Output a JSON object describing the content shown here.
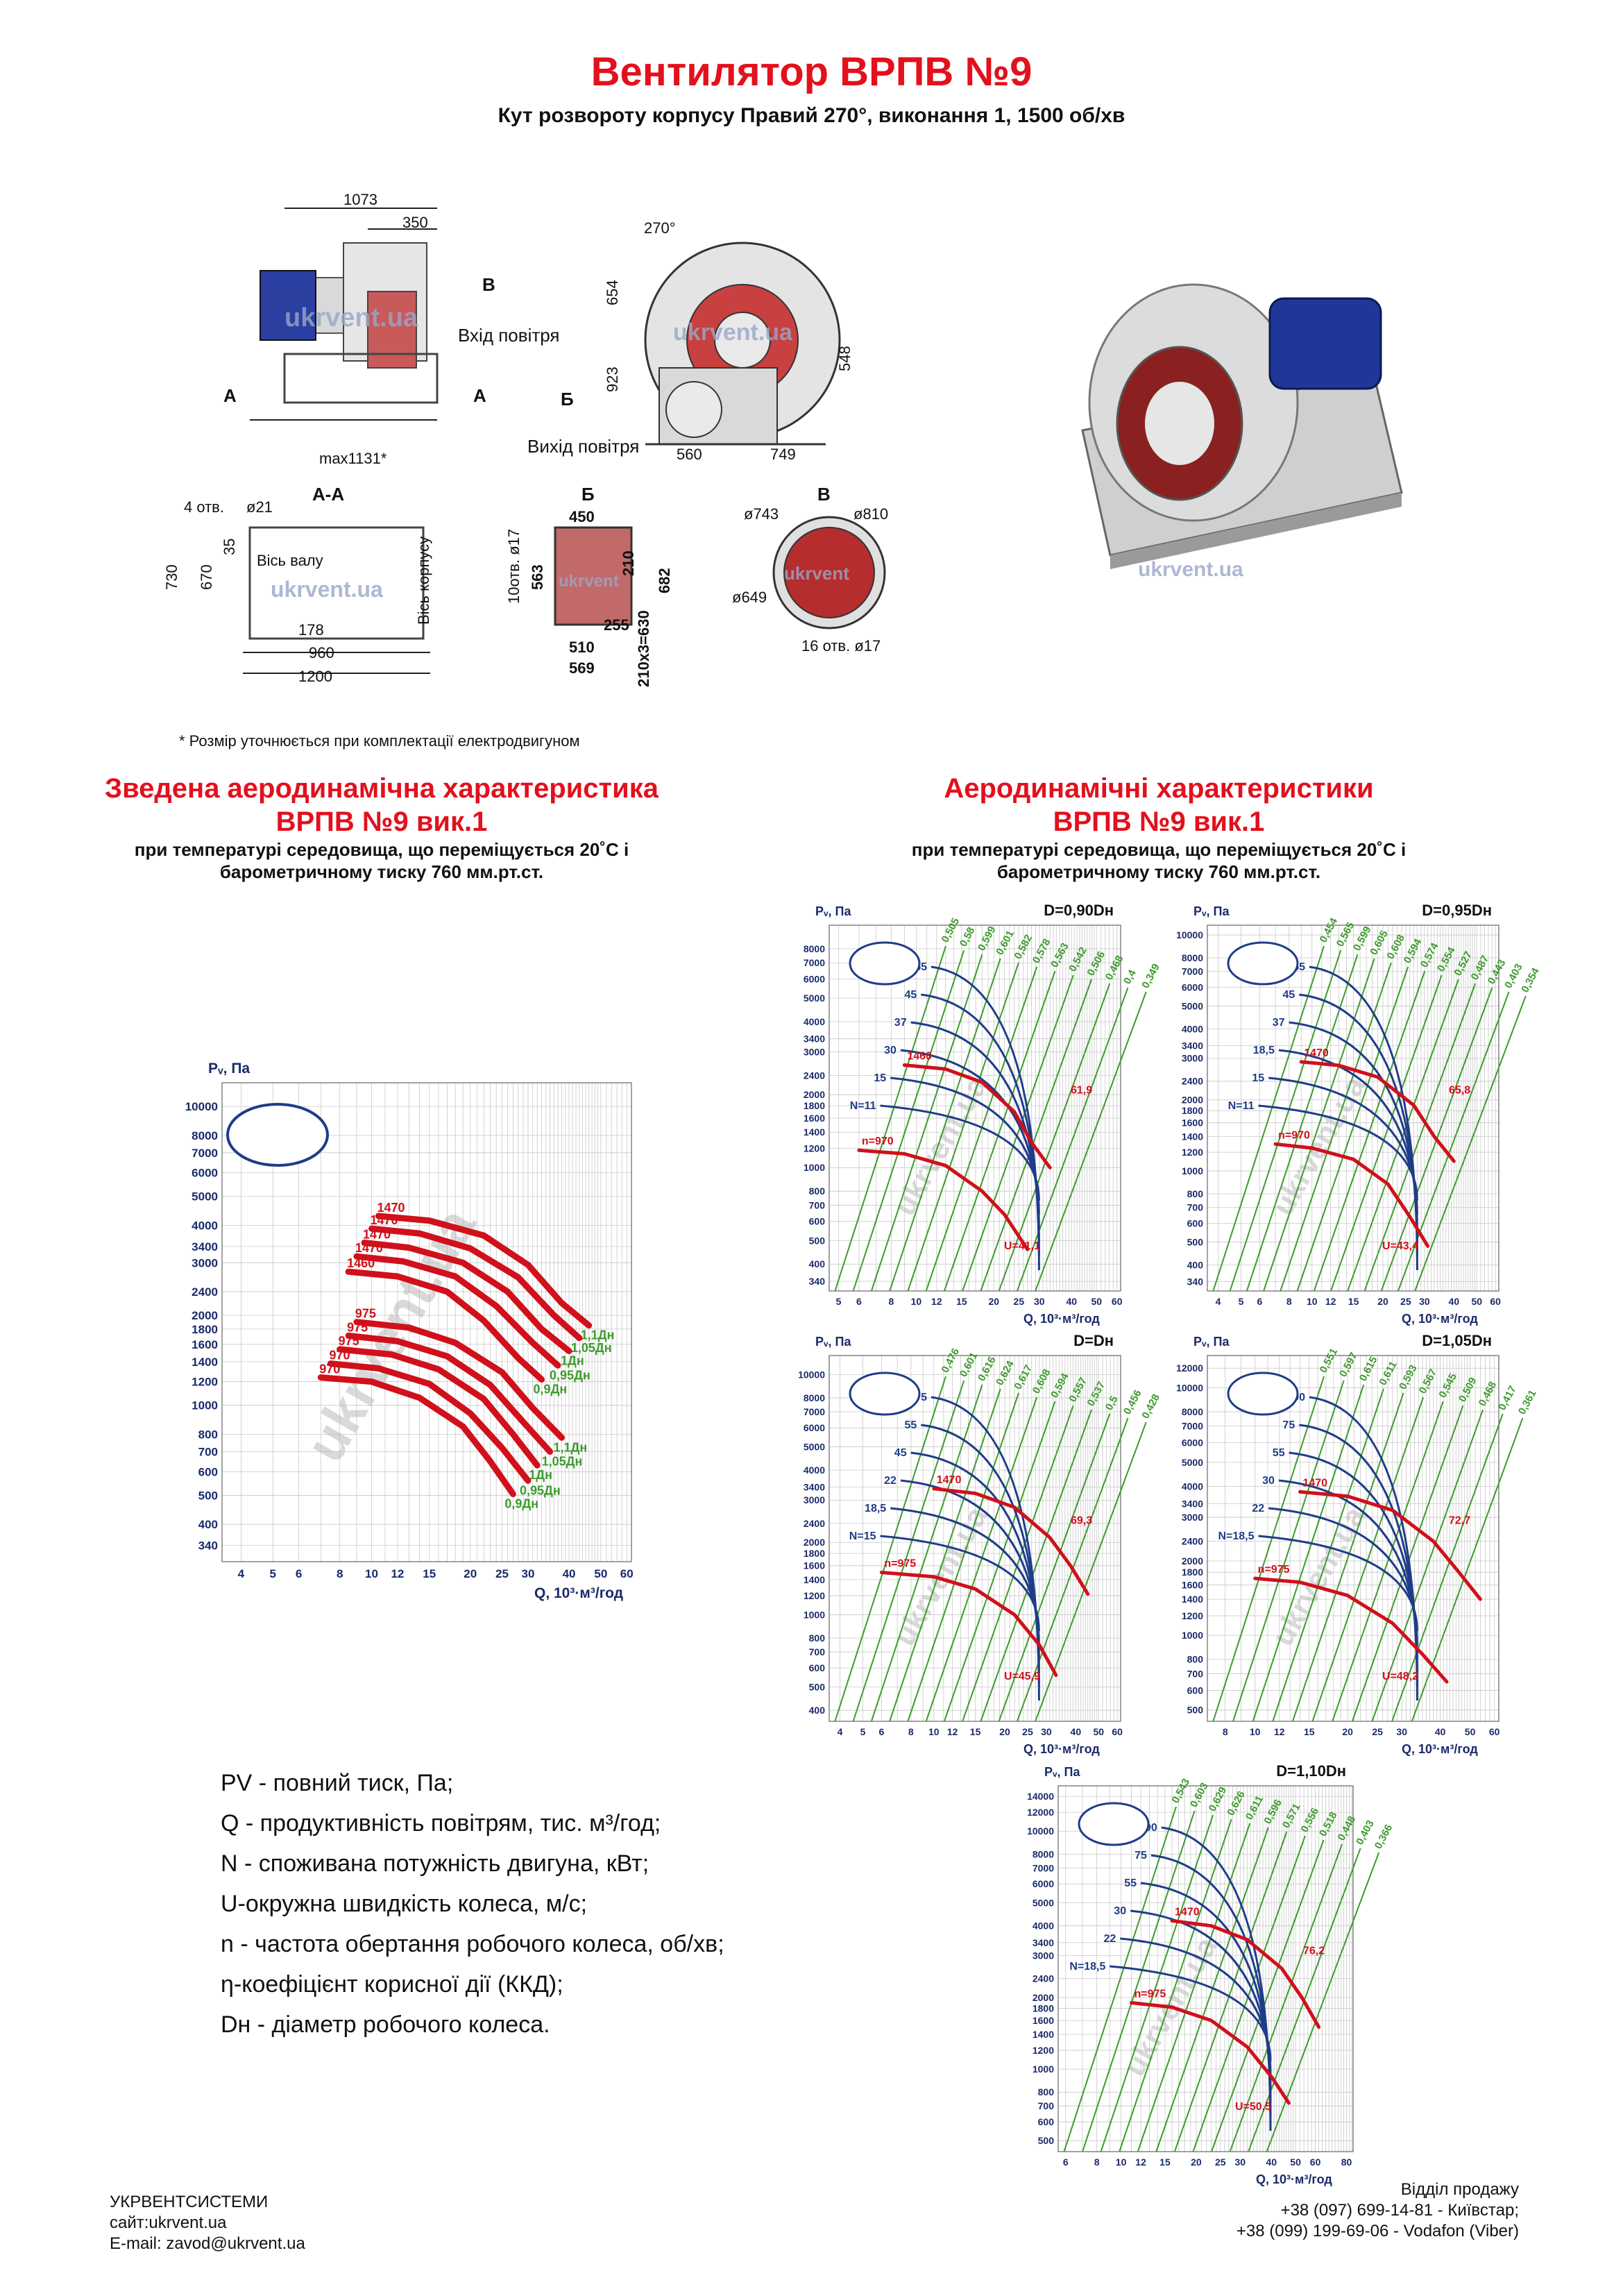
{
  "header": {
    "title": "Вентилятор ВРПВ №9",
    "subtitle": "Кут розвороту корпусу Правий 270°, виконання 1, 1500 об/хв"
  },
  "drawing": {
    "dims": {
      "d1073": "1073",
      "d350": "350",
      "b_label": "В",
      "inlet": "Вхід повітря",
      "a_left": "А",
      "a_right": "А",
      "max1131": "max1131*",
      "deg270": "270°",
      "d654": "654",
      "d923": "923",
      "d548": "548",
      "b_small": "Б",
      "outlet": "Вихід повітря",
      "d560": "560",
      "d749": "749",
      "watermark": "ukrvent.ua"
    },
    "section_aa": {
      "title": "А-А",
      "holes": "4 отв.",
      "d21": "ø21",
      "d730": "730",
      "d670": "670",
      "d35": "35",
      "shaft_axis": "Вісь валу",
      "body_axis": "Вісь корпусу",
      "d178": "178",
      "d960": "960",
      "d1200": "1200"
    },
    "section_b": {
      "title": "Б",
      "d450": "450",
      "holes10": "10отв. ø17",
      "d563": "563",
      "d210": "210",
      "d682": "682",
      "d255": "255",
      "d510": "510",
      "d569": "569",
      "d210x3": "210х3=630"
    },
    "section_v": {
      "title": "В",
      "d743": "ø743",
      "d810": "ø810",
      "d649": "ø649",
      "holes16": "16 отв. ø17"
    },
    "footnote": "* Розмір уточнюється при комплектації електродвигуном"
  },
  "summary": {
    "title1": "Зведена аеродинамічна характеристика",
    "title2": "ВРПВ №9 вик.1",
    "cond1": "при температурі середовища, що переміщується 20˚С і",
    "cond2": "барометричному тиску 760 мм.рт.ст."
  },
  "individual": {
    "title1": "Аеродинамічні характеристики",
    "title2": "ВРПВ №9 вик.1",
    "cond1": "при температурі середовища, що переміщується 20˚С і",
    "cond2": "барометричному тиску 760 мм.рт.ст."
  },
  "chart_data": [
    {
      "id": "summary",
      "type": "line",
      "xlabel": "Q, 10³·м³/год",
      "ylabel": "Pᵥ, Па",
      "xscale": "log",
      "yscale": "log",
      "xlim": [
        3.5,
        62
      ],
      "ylim": [
        300,
        12000
      ],
      "xticks": [
        4,
        5,
        6,
        8,
        10,
        12,
        15,
        20,
        25,
        30,
        40,
        50,
        60
      ],
      "yticks": [
        340,
        400,
        500,
        600,
        700,
        800,
        1000,
        1200,
        1400,
        1600,
        1800,
        2000,
        2400,
        3000,
        3400,
        4000,
        5000,
        6000,
        7000,
        8000,
        10000
      ],
      "series": [
        {
          "name": "1,1Дн",
          "rpm": "1470",
          "x": [
            10.5,
            15,
            22,
            30,
            38,
            46
          ],
          "y": [
            4300,
            4150,
            3700,
            2950,
            2200,
            1850
          ]
        },
        {
          "name": "1,05Дн",
          "rpm": "1470",
          "x": [
            10,
            14,
            20,
            28,
            36,
            43
          ],
          "y": [
            3900,
            3760,
            3350,
            2680,
            2000,
            1680
          ]
        },
        {
          "name": "1Дн",
          "rpm": "1470",
          "x": [
            9.5,
            13,
            19,
            26,
            33,
            40
          ],
          "y": [
            3500,
            3370,
            3000,
            2400,
            1800,
            1520
          ]
        },
        {
          "name": "0,95Дн",
          "rpm": "1470",
          "x": [
            9,
            12.5,
            18,
            24,
            31,
            37
          ],
          "y": [
            3150,
            3030,
            2700,
            2150,
            1620,
            1360
          ]
        },
        {
          "name": "0,9Дн",
          "rpm": "1460",
          "x": [
            8.5,
            12,
            17,
            22,
            28,
            33
          ],
          "y": [
            2800,
            2700,
            2400,
            1920,
            1440,
            1220
          ]
        },
        {
          "name": "1,1Дн",
          "rpm": "975",
          "x": [
            9,
            13,
            18,
            25,
            31,
            38
          ],
          "y": [
            1900,
            1820,
            1620,
            1290,
            980,
            780
          ]
        },
        {
          "name": "1,05Дн",
          "rpm": "975",
          "x": [
            8.5,
            12,
            17,
            23,
            29,
            35
          ],
          "y": [
            1710,
            1640,
            1460,
            1170,
            880,
            700
          ]
        },
        {
          "name": "1Дн",
          "rpm": "975",
          "x": [
            8,
            11.5,
            16,
            22,
            27,
            32
          ],
          "y": [
            1540,
            1480,
            1320,
            1050,
            800,
            630
          ]
        },
        {
          "name": "0,95Дн",
          "rpm": "970",
          "x": [
            7.5,
            10.5,
            15,
            20,
            25,
            30
          ],
          "y": [
            1380,
            1330,
            1180,
            940,
            720,
            560
          ]
        },
        {
          "name": "0,9Дн",
          "rpm": "970",
          "x": [
            7,
            10,
            14,
            19,
            23,
            27
          ],
          "y": [
            1240,
            1200,
            1060,
            850,
            650,
            505
          ]
        }
      ]
    },
    {
      "id": "d090",
      "type": "line",
      "title": "D=0,90Dн",
      "xlabel": "Q, 10³·м³/год",
      "ylabel": "Pᵥ, Па",
      "xscale": "log",
      "yscale": "log",
      "xlim": [
        4.6,
        62
      ],
      "ylim": [
        310,
        10000
      ],
      "xticks": [
        5,
        6,
        8,
        10,
        12,
        15,
        20,
        25,
        30,
        40,
        50,
        60
      ],
      "yticks": [
        340,
        400,
        500,
        600,
        700,
        800,
        1000,
        1200,
        1400,
        1600,
        1800,
        2000,
        2400,
        3000,
        3400,
        4000,
        5000,
        6000,
        7000,
        8000
      ],
      "red": [
        {
          "label": "1460",
          "x": [
            9,
            13,
            18,
            24,
            28,
            33
          ],
          "y": [
            2650,
            2550,
            2250,
            1700,
            1270,
            1000
          ]
        },
        {
          "label": "n=970",
          "x": [
            6,
            9,
            13,
            18,
            22,
            27
          ],
          "y": [
            1180,
            1140,
            1020,
            800,
            640,
            460
          ]
        }
      ],
      "blue_labels": [
        "55",
        "45",
        "37",
        "30",
        "15",
        "N=11"
      ],
      "green_labels": [
        "0,505",
        "0,58",
        "0,599",
        "0,601",
        "0,582",
        "0,578",
        "0,563",
        "0,542",
        "0,506",
        "0,468",
        "0,4",
        "0,349"
      ],
      "end_labels": {
        "top": "61,9",
        "bottom": "U=41,1"
      }
    },
    {
      "id": "d095",
      "type": "line",
      "title": "D=0,95Dн",
      "xlabel": "Q, 10³·м³/год",
      "ylabel": "Pᵥ, Па",
      "xscale": "log",
      "yscale": "log",
      "xlim": [
        3.6,
        62
      ],
      "ylim": [
        310,
        11000
      ],
      "xticks": [
        4,
        5,
        6,
        8,
        10,
        12,
        15,
        20,
        25,
        30,
        40,
        50,
        60
      ],
      "yticks": [
        340,
        400,
        500,
        600,
        700,
        800,
        1000,
        1200,
        1400,
        1600,
        1800,
        2000,
        2400,
        3000,
        3400,
        4000,
        5000,
        6000,
        7000,
        8000,
        10000
      ],
      "red": [
        {
          "label": "1470",
          "x": [
            9,
            13,
            19,
            27,
            33,
            40
          ],
          "y": [
            2900,
            2800,
            2500,
            1900,
            1400,
            1100
          ]
        },
        {
          "label": "n=970",
          "x": [
            7,
            10,
            15,
            21,
            26,
            31
          ],
          "y": [
            1300,
            1250,
            1120,
            880,
            640,
            480
          ]
        }
      ],
      "blue_labels": [
        "55",
        "45",
        "37",
        "18,5",
        "15",
        "N=11"
      ],
      "green_labels": [
        "0,454",
        "0,565",
        "0,599",
        "0,605",
        "0,608",
        "0,594",
        "0,574",
        "0,554",
        "0,527",
        "0,487",
        "0,443",
        "0,403",
        "0,354"
      ],
      "end_labels": {
        "top": "65,8",
        "bottom": "U=43,4"
      }
    },
    {
      "id": "d100",
      "type": "line",
      "title": "D=Dн",
      "xlabel": "Q, 10³·м³/год",
      "ylabel": "Pᵥ, Па",
      "xscale": "log",
      "yscale": "log",
      "xlim": [
        3.6,
        62
      ],
      "ylim": [
        360,
        12000
      ],
      "xticks": [
        4,
        5,
        6,
        8,
        10,
        12,
        15,
        20,
        25,
        30,
        40,
        50,
        60
      ],
      "yticks": [
        400,
        500,
        600,
        700,
        800,
        1000,
        1200,
        1400,
        1600,
        1800,
        2000,
        2400,
        3000,
        3400,
        4000,
        5000,
        6000,
        7000,
        8000,
        10000
      ],
      "red": [
        {
          "label": "1470",
          "x": [
            10,
            15,
            22,
            31,
            38,
            45
          ],
          "y": [
            3350,
            3200,
            2800,
            2100,
            1600,
            1220
          ]
        },
        {
          "label": "n=975",
          "x": [
            6,
            10,
            15,
            22,
            28,
            33
          ],
          "y": [
            1500,
            1440,
            1280,
            1000,
            750,
            560
          ]
        }
      ],
      "blue_labels": [
        "75",
        "55",
        "45",
        "22",
        "18,5",
        "N=15"
      ],
      "green_labels": [
        "0,476",
        "0,601",
        "0,616",
        "0,624",
        "0,617",
        "0,608",
        "0,594",
        "0,557",
        "0,537",
        "0,5",
        "0,456",
        "0,428"
      ],
      "end_labels": {
        "top": "69,3",
        "bottom": "U=45,9"
      }
    },
    {
      "id": "d105",
      "type": "line",
      "title": "D=1,05Dн",
      "xlabel": "Q, 10³·м³/год",
      "ylabel": "Pᵥ, Па",
      "xscale": "log",
      "yscale": "log",
      "xlim": [
        7,
        62
      ],
      "ylim": [
        450,
        13500
      ],
      "xticks": [
        8,
        10,
        12,
        15,
        20,
        25,
        30,
        40,
        50,
        60
      ],
      "yticks": [
        500,
        600,
        700,
        800,
        1000,
        1200,
        1400,
        1600,
        1800,
        2000,
        2400,
        3000,
        3400,
        4000,
        5000,
        6000,
        7000,
        8000,
        10000,
        12000
      ],
      "red": [
        {
          "label": "1470",
          "x": [
            14,
            20,
            28,
            38,
            46,
            54
          ],
          "y": [
            3800,
            3650,
            3200,
            2400,
            1800,
            1400
          ]
        },
        {
          "label": "n=975",
          "x": [
            10,
            14,
            20,
            28,
            35,
            42
          ],
          "y": [
            1700,
            1640,
            1450,
            1120,
            840,
            650
          ]
        }
      ],
      "blue_labels": [
        "90",
        "75",
        "55",
        "30",
        "22",
        "N=18,5"
      ],
      "green_labels": [
        "0,551",
        "0,597",
        "0,615",
        "0,611",
        "0,593",
        "0,567",
        "0,545",
        "0,509",
        "0,468",
        "0,417",
        "0,361"
      ],
      "end_labels": {
        "top": "72,7",
        "bottom": "U=48,2"
      }
    },
    {
      "id": "d110",
      "type": "line",
      "title": "D=1,10Dн",
      "xlabel": "Q, 10³·м³/год",
      "ylabel": "Pᵥ, Па",
      "xscale": "log",
      "yscale": "log",
      "xlim": [
        5.6,
        85
      ],
      "ylim": [
        450,
        15500
      ],
      "xticks": [
        6,
        8,
        10,
        12,
        15,
        20,
        25,
        30,
        40,
        50,
        60,
        80
      ],
      "yticks": [
        500,
        600,
        700,
        800,
        1000,
        1200,
        1400,
        1600,
        1800,
        2000,
        2400,
        3000,
        3400,
        4000,
        5000,
        6000,
        7000,
        8000,
        10000,
        12000,
        14000
      ],
      "red": [
        {
          "label": "1470",
          "x": [
            16,
            23,
            32,
            44,
            53,
            62
          ],
          "y": [
            4200,
            4000,
            3500,
            2650,
            2000,
            1500
          ]
        },
        {
          "label": "n=975",
          "x": [
            11,
            16,
            23,
            32,
            40,
            47
          ],
          "y": [
            1900,
            1820,
            1600,
            1240,
            930,
            720
          ]
        }
      ],
      "blue_labels": [
        "90",
        "75",
        "55",
        "30",
        "22",
        "N=18,5"
      ],
      "green_labels": [
        "0,543",
        "0,603",
        "0,629",
        "0,626",
        "0,611",
        "0,596",
        "0,571",
        "0,556",
        "0,518",
        "0,448",
        "0,403",
        "0,366"
      ],
      "end_labels": {
        "top": "76,2",
        "bottom": "U=50,5"
      }
    }
  ],
  "legend": [
    {
      "sym": "PV",
      "text": " - повний тиск, Па;"
    },
    {
      "sym": "Q",
      "text": " - продуктивність повітрям, тис. м³/год;"
    },
    {
      "sym": "N",
      "text": " - споживана потужність двигуна, кВт;"
    },
    {
      "sym": "U",
      "text": "-окружна швидкість колеса, м/с;"
    },
    {
      "sym": "n",
      "text": " - частота обертання робочого колеса, об/хв;"
    },
    {
      "sym": "η",
      "text": "-коефіцієнт корисної дії (ККД);"
    },
    {
      "sym": "Dн",
      "text": " - діаметр робочого колеса."
    }
  ],
  "footer": {
    "company": "УКРВЕНТСИСТЕМИ",
    "site": "сайт:ukrvent.ua",
    "email": "E-mail: zavod@ukrvent.ua",
    "sales": "Відділ продажу",
    "phone1": "+38 (097) 699-14-81 - Київстар;",
    "phone2": "+38 (099) 199-69-06 - Vodafon (Viber)"
  },
  "colors": {
    "accent": "#e3101d",
    "blue": "#1f3c88",
    "green": "#3f9a2e",
    "grid": "#c8c8c8"
  }
}
